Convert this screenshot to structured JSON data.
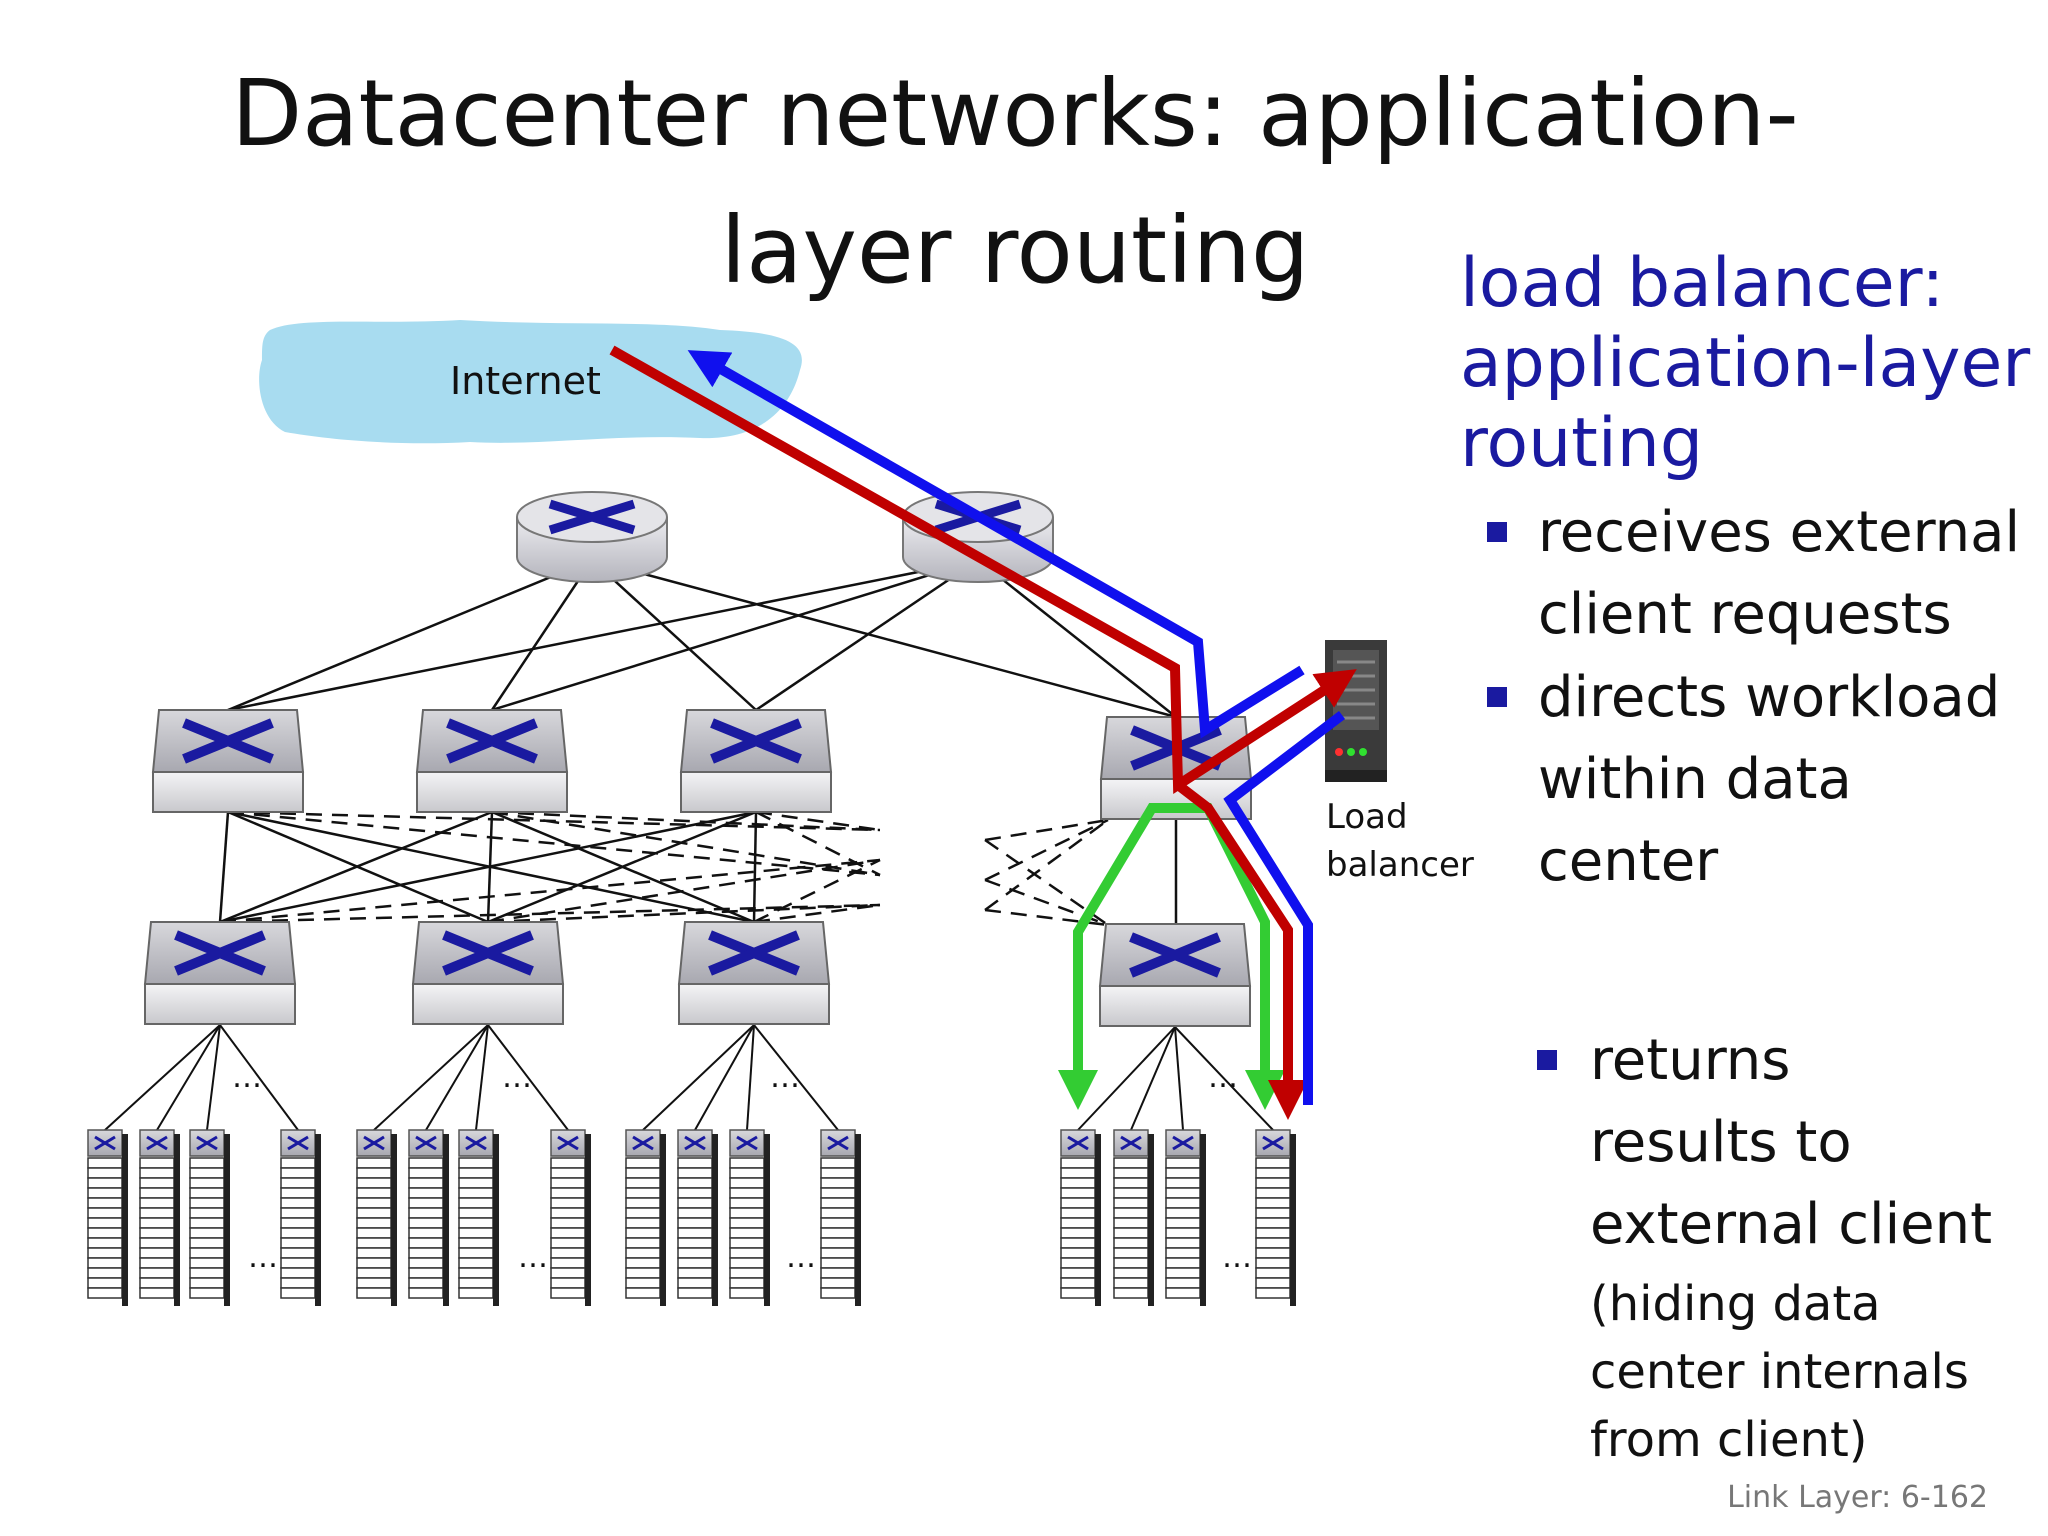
{
  "title": {
    "line1": "Datacenter networks: application-",
    "line2": "layer routing"
  },
  "side_heading": {
    "line1": "load balancer:",
    "line2": "application-layer",
    "line3": "routing"
  },
  "bullets": [
    {
      "lines": [
        "receives external",
        "client requests"
      ]
    },
    {
      "lines": [
        "directs workload",
        "within data",
        "center"
      ]
    },
    {
      "lines": [
        "returns",
        "results to",
        "external client"
      ],
      "sub_lines": [
        "(hiding data",
        "center internals",
        "from client)"
      ]
    }
  ],
  "diagram": {
    "internet_label": "Internet",
    "load_balancer_label": [
      "Load",
      "balancer"
    ],
    "ellipsis": "…",
    "colors": {
      "request_path": "#c00000",
      "response_path": "#1010ee",
      "internal_path": "#33cc33",
      "cloud": "#a8dcf0",
      "switch_icon": "#1a1aa0"
    }
  },
  "footer": "Link Layer: 6-162"
}
